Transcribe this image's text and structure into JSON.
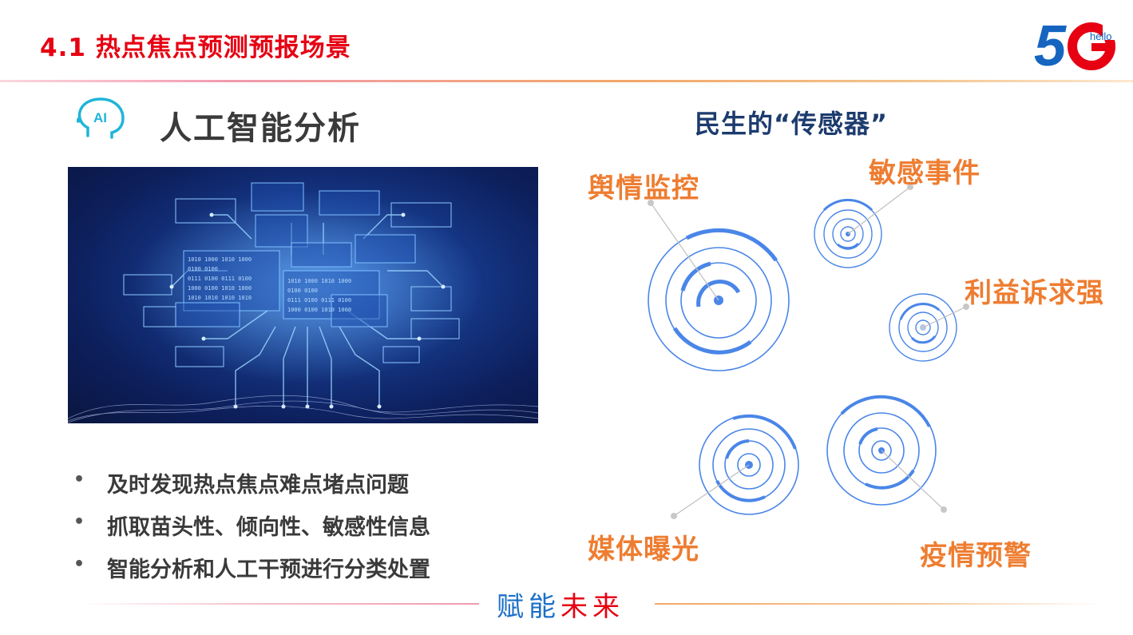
{
  "header": {
    "title": "4.1 热点焦点预测预报场景",
    "logo_text": "5G",
    "logo_sub": "hello"
  },
  "left": {
    "icon_label": "AI",
    "section_title": "人工智能分析",
    "bullets": [
      "及时发现热点焦点难点堵点问题",
      "抓取苗头性、倾向性、敏感性信息",
      "智能分析和人工干预进行分类处置"
    ],
    "bullet_symbol": "•"
  },
  "right": {
    "title": "民生的“传感器”",
    "tags": {
      "public_opinion": "舆情监控",
      "sensitive_events": "敏感事件",
      "interest_demands": "利益诉求强",
      "media_exposure": "媒体曝光",
      "epidemic_warning": "疫情预警"
    }
  },
  "footer": {
    "slogan_part1": "赋能",
    "slogan_part2": "未来"
  },
  "colors": {
    "title_red": "#e60012",
    "tag_orange": "#ee7d31",
    "navy": "#1c3b6e",
    "radar_blue": "#4a86e8"
  }
}
